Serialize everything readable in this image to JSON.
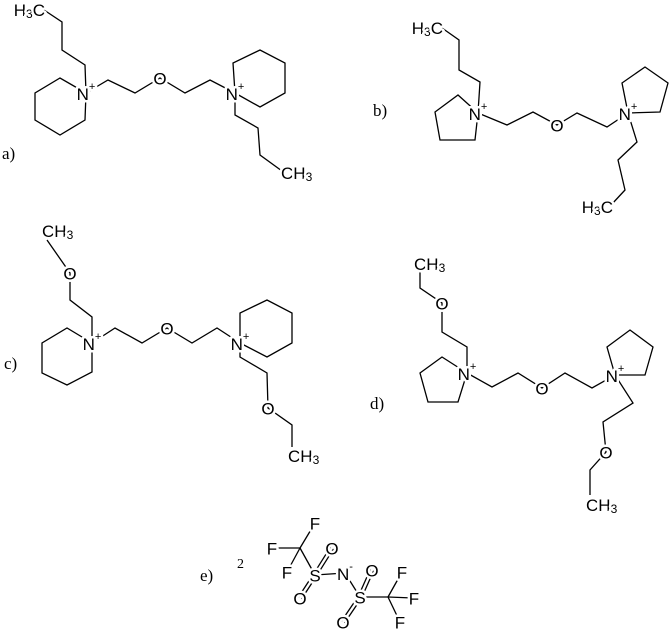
{
  "structures": {
    "a": {
      "label": "a)",
      "methyl_top": "H3C",
      "n_left": "N+",
      "o_bridge": "O",
      "n_right": "N+",
      "methyl_bottom": "CH3"
    },
    "b": {
      "label": "b)",
      "methyl_top": "H3C",
      "n_left": "N+",
      "o_bridge": "O",
      "n_right": "N+",
      "methyl_bottom": "H3C"
    },
    "c": {
      "label": "c)",
      "methyl_top": "CH3",
      "o_top": "O",
      "n_left": "N+",
      "o_bridge": "O",
      "n_right": "N+",
      "o_bottom": "O",
      "methyl_bottom": "CH3"
    },
    "d": {
      "label": "d)",
      "methyl_top": "CH3",
      "o_top": "O",
      "n_left": "N+",
      "o_bridge": "O",
      "n_right": "N+",
      "o_bottom": "O",
      "methyl_bottom": "CH3"
    },
    "e": {
      "label": "e)",
      "coefficient": "2",
      "f1": "F",
      "f2": "F",
      "f3": "F",
      "s1": "S",
      "o1": "O",
      "o2": "O",
      "n": "N-",
      "s2": "S",
      "o3": "O",
      "o4": "O",
      "f4": "F",
      "f5": "F",
      "f6": "F"
    }
  }
}
